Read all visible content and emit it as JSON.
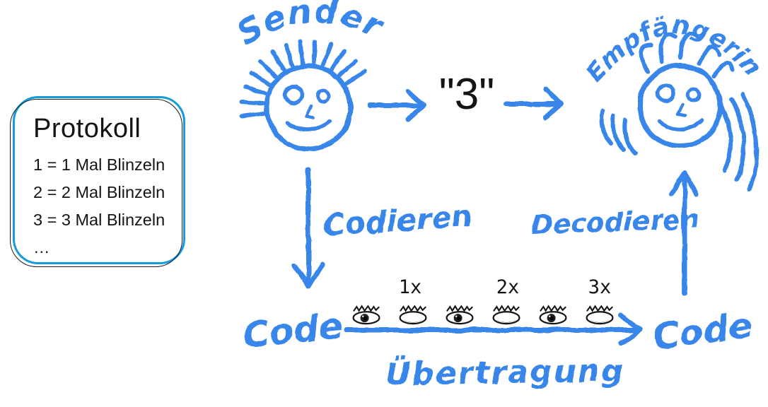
{
  "colors": {
    "ink": "#2b7de9",
    "box_border": "#149cdb",
    "text": "#141414"
  },
  "protocol_box": {
    "title": "Protokoll",
    "entries": [
      "1 = 1 Mal Blinzeln",
      "2 = 2 Mal Blinzeln",
      "3 = 3 Mal Blinzeln",
      "…"
    ]
  },
  "sender": {
    "label": "Sender"
  },
  "receiver": {
    "label": "Empfängerin"
  },
  "message": {
    "text": "\"3\""
  },
  "flow": {
    "encode_label": "Codieren",
    "decode_label": "Decodieren",
    "code_left_label": "Code",
    "code_right_label": "Code",
    "transmission_label": "Übertragung"
  },
  "blink_sequence": {
    "counts": [
      "1x",
      "2x",
      "3x"
    ],
    "eyes": [
      "open",
      "closed",
      "open",
      "closed",
      "open",
      "closed"
    ]
  }
}
